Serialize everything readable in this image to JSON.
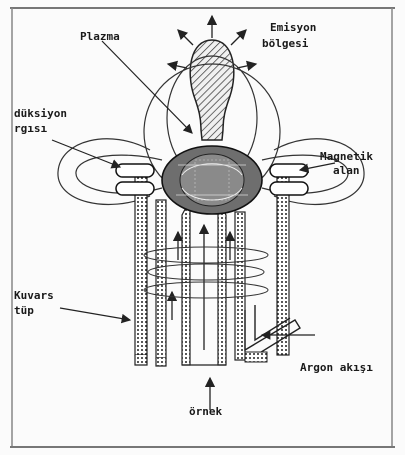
{
  "diagram": {
    "labels": {
      "plasma": "Plazma",
      "emission_1": "Emisyon",
      "emission_2": "bölgesi",
      "induction_1": "düksiyon",
      "induction_2": "rgısı",
      "magnetic_1": "Magnetik",
      "magnetic_2": "alan",
      "quartz_1": "Kuvars",
      "quartz_2": "tüp",
      "argon": "Argon akışı",
      "sample": "örnek"
    }
  }
}
